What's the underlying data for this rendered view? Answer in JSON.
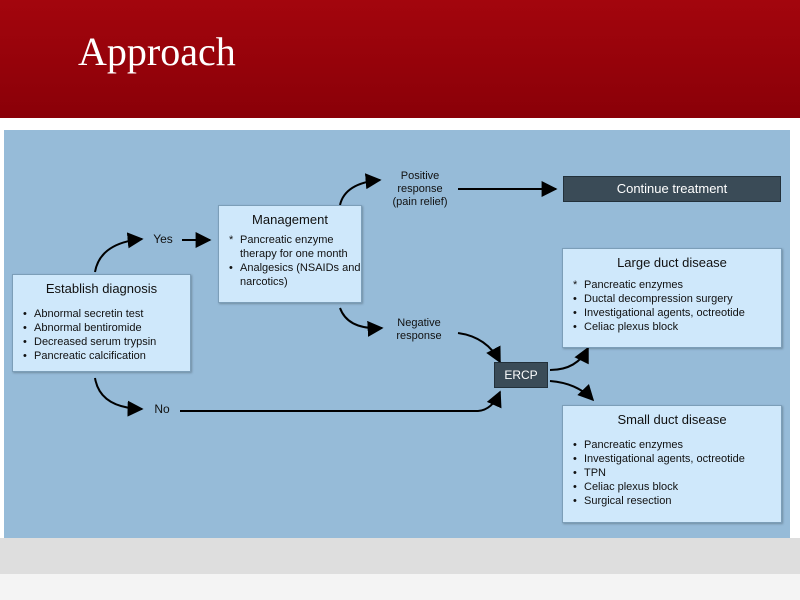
{
  "header": {
    "title": "Approach"
  },
  "establish": {
    "title": "Establish diagnosis",
    "items": [
      "Abnormal secretin test",
      "Abnormal bentiromide",
      "Decreased serum trypsin",
      "Pancreatic calcification"
    ]
  },
  "management": {
    "title": "Management",
    "items": [
      "Pancreatic enzyme therapy for one month",
      "Analgesics (NSAIDs and narcotics)"
    ]
  },
  "labels": {
    "yes": "Yes",
    "no": "No",
    "positive": "Positive response (pain relief)",
    "negative": "Negative response"
  },
  "continue": {
    "label": "Continue treatment"
  },
  "ercp": {
    "label": "ERCP"
  },
  "large_duct": {
    "title": "Large duct disease",
    "items": [
      "Pancreatic enzymes",
      "Ductal decompression surgery",
      "Investigational agents, octreotide",
      "Celiac plexus block"
    ]
  },
  "small_duct": {
    "title": "Small duct disease",
    "items": [
      "Pancreatic enzymes",
      "Investigational agents, octreotide",
      "TPN",
      "Celiac plexus block",
      "Surgical resection"
    ]
  },
  "colors": {
    "header": "#a3050d",
    "panel": "#96bbd8",
    "box": "#cfe8fb",
    "dark_box": "#3a4b57"
  }
}
